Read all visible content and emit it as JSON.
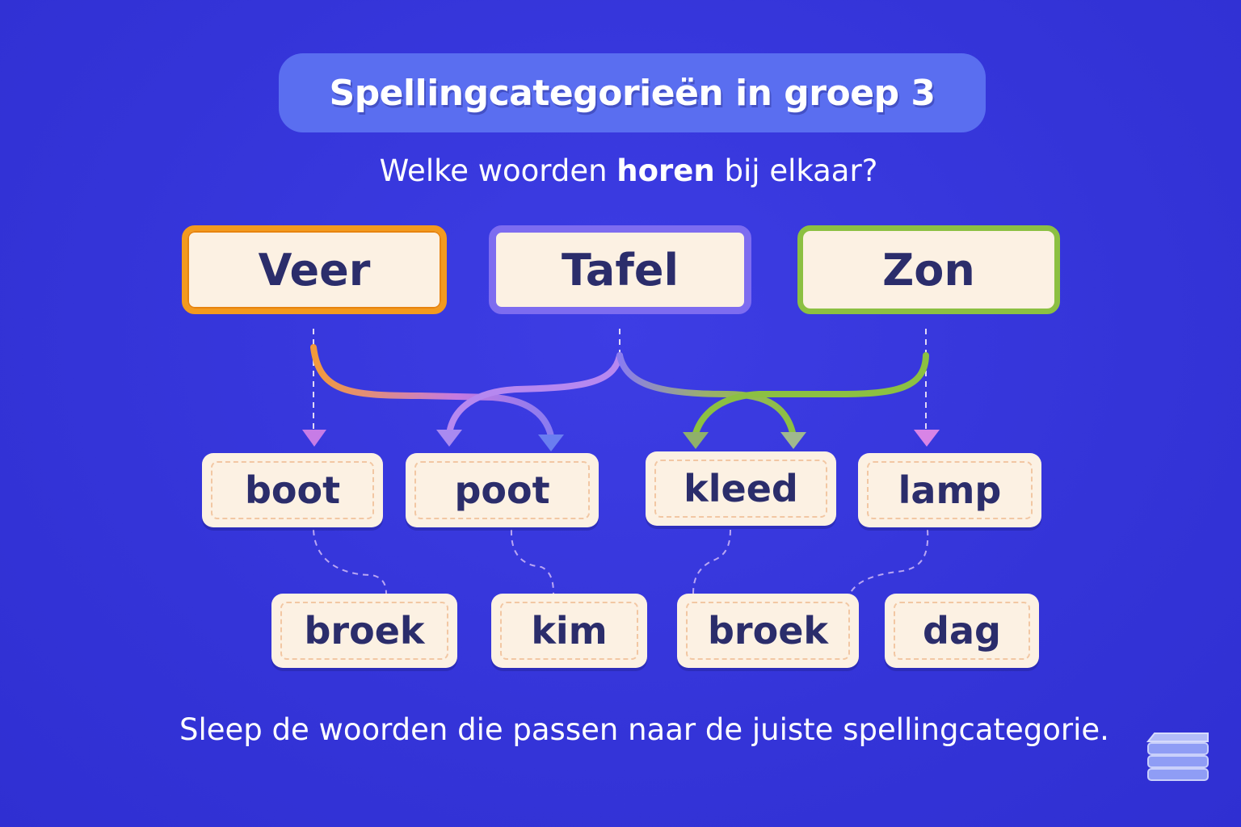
{
  "title": "Spellingcategorieën in groep 3",
  "question": {
    "before": "Welke woorden ",
    "bold": "horen",
    "after": " bij elkaar?"
  },
  "categories": [
    {
      "label": "Veer",
      "color": "#f39a1e"
    },
    {
      "label": "Tafel",
      "color": "#7d6cf0"
    },
    {
      "label": "Zon",
      "color": "#8cc042"
    }
  ],
  "word_row_1": [
    "boot",
    "poot",
    "kleed",
    "lamp"
  ],
  "word_row_2": [
    "broek",
    "kim",
    "broek",
    "dag"
  ],
  "instruction": "Sleep de woorden die passen naar de juiste spellingcategorie.",
  "icons": {
    "stack": "book-stack-icon"
  },
  "colors": {
    "background": "#3636dc",
    "card": "#fcf1e3",
    "text": "#2b2d6b"
  }
}
